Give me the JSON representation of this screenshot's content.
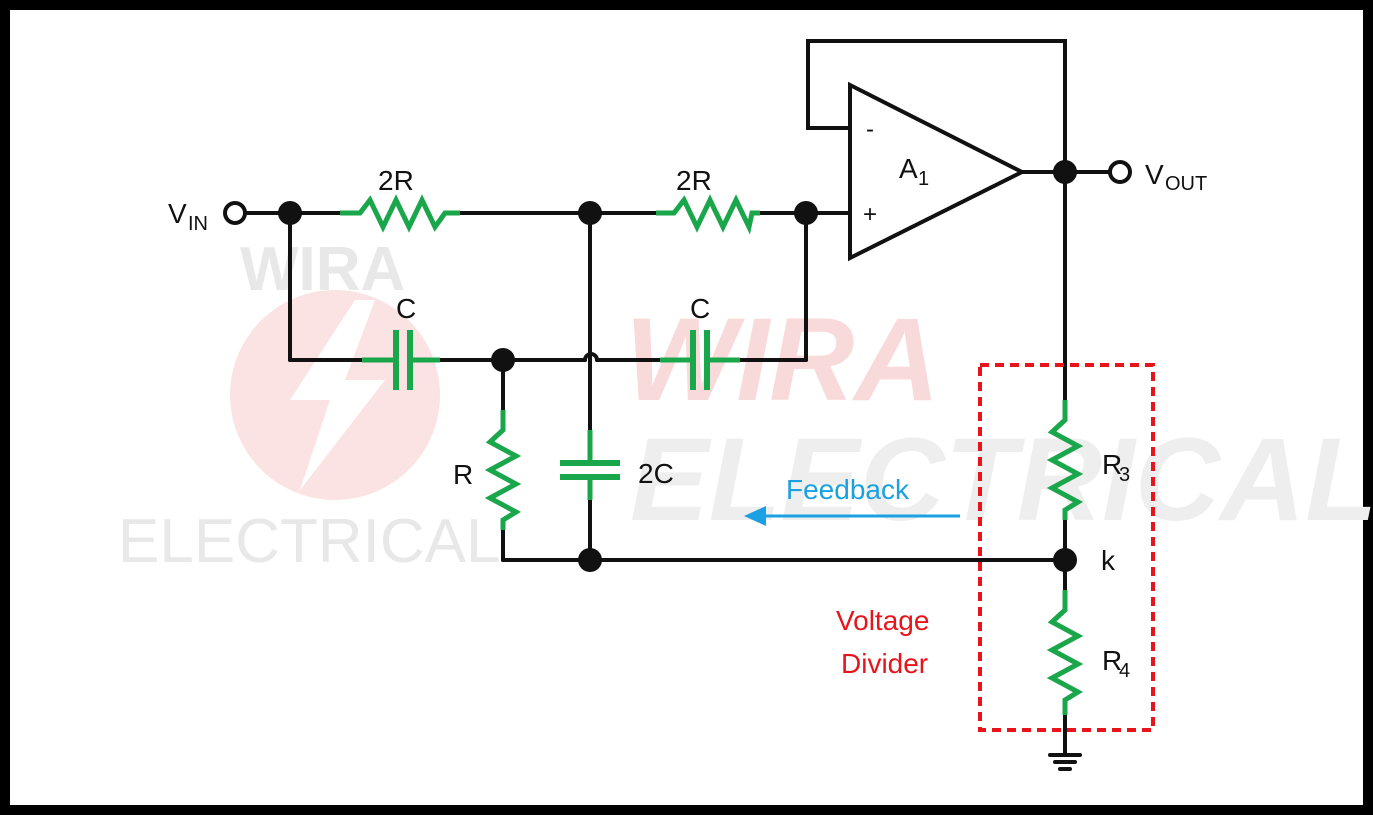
{
  "watermark": {
    "left_word_top": "WIRA",
    "left_word_bottom": "ELECTRICAL",
    "big_word_top": "WIRA",
    "big_word_bottom": "ELECTRICAL"
  },
  "labels": {
    "vin_main": "V",
    "vin_sub": "IN",
    "vout_main": "V",
    "vout_sub": "OUT",
    "r_top_left": "2R",
    "r_top_right": "2R",
    "c_left": "C",
    "c_right": "C",
    "r_shunt": "R",
    "c_shunt": "2C",
    "opamp_main": "A",
    "opamp_sub": "1",
    "opamp_minus": "-",
    "opamp_plus": "+",
    "r3_main": "R",
    "r3_sub": "3",
    "r4_main": "R",
    "r4_sub": "4",
    "node_k": "k",
    "feedback": "Feedback",
    "divider_line1": "Voltage",
    "divider_line2": "Divider"
  },
  "colors": {
    "wire": "#111111",
    "component": "#1aa64a",
    "feedback": "#1ba1e2",
    "divider_box": "#e8141b",
    "watermark_red": "#f6c5c5",
    "watermark_gray": "#e6e6e6"
  }
}
